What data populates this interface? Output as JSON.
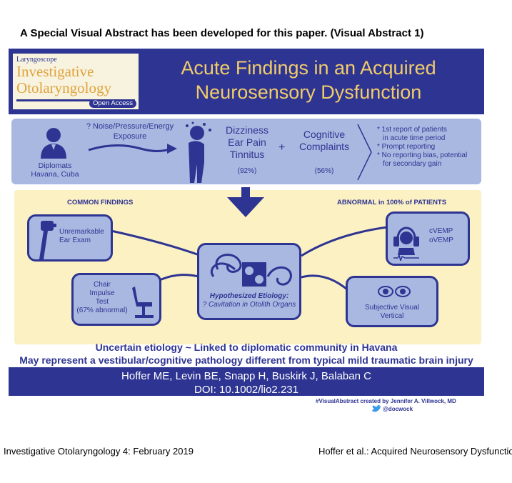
{
  "caption": "A Special Visual Abstract has been developed for this paper. (Visual Abstract 1)",
  "logo": {
    "journal_small": "Laryngoscope",
    "journal_line1": "Investigative",
    "journal_line2": "Otolaryngology",
    "badge": "Open Access"
  },
  "title": {
    "line1": "Acute Findings in an Acquired",
    "line2": "Neurosensory Dysfunction"
  },
  "exposure": {
    "group_line1": "Diplomats",
    "group_line2": "Havana, Cuba",
    "cause_line1": "? Noise/Pressure/Energy",
    "cause_line2": "Exposure"
  },
  "symptoms": {
    "line1": "Dizziness",
    "line2": "Ear Pain",
    "line3": "Tinnitus",
    "pct": "(92%)",
    "plus": "+",
    "cog_line1": "Cognitive",
    "cog_line2": "Complaints",
    "cog_pct": "(56%)"
  },
  "notes": [
    "* 1st report of patients",
    "in acute time period",
    "* Prompt reporting",
    "* No reporting bias, potential",
    "for secondary gain"
  ],
  "common_findings": {
    "heading": "COMMON FINDINGS",
    "ear_line1": "Unremarkable",
    "ear_line2": "Ear Exam",
    "chair_line1": "Chair",
    "chair_line2": "Impulse",
    "chair_line3": "Test",
    "chair_line4": "(67% abnormal)"
  },
  "abnormal": {
    "heading": "ABNORMAL in 100% of PATIENTS",
    "vemp_line1": "cVEMP",
    "vemp_line2": "oVEMP",
    "svv_line1": "Subjective Visual",
    "svv_line2": "Vertical"
  },
  "etiology": {
    "line1": "Hypothesized Etiology:",
    "line2": "? Cavitation in Otolith Organs"
  },
  "conclusion": {
    "line1": "Uncertain etiology ~ Linked to diplomatic community in Havana",
    "line2": "May represent a vestibular/cognitive pathology different from typical mild traumatic brain injury"
  },
  "footer_box": {
    "authors": "Hoffer ME, Levin BE, Snapp H, Buskirk J, Balaban C",
    "doi": "DOI: 10.1002/lio2.231"
  },
  "credit": "#VisualAbstract created by Jennifer A. Villwock, MD",
  "twitter": "@docwock",
  "page_footer": {
    "left": "Investigative Otolaryngology 4: February 2019",
    "right": "Hoffer et al.: Acquired Neurosensory Dysfunction"
  },
  "colors": {
    "navy": "#2e3492",
    "gold": "#f1cc6a",
    "light_blue": "#a9b8e1",
    "cream": "#fbf1c3"
  }
}
